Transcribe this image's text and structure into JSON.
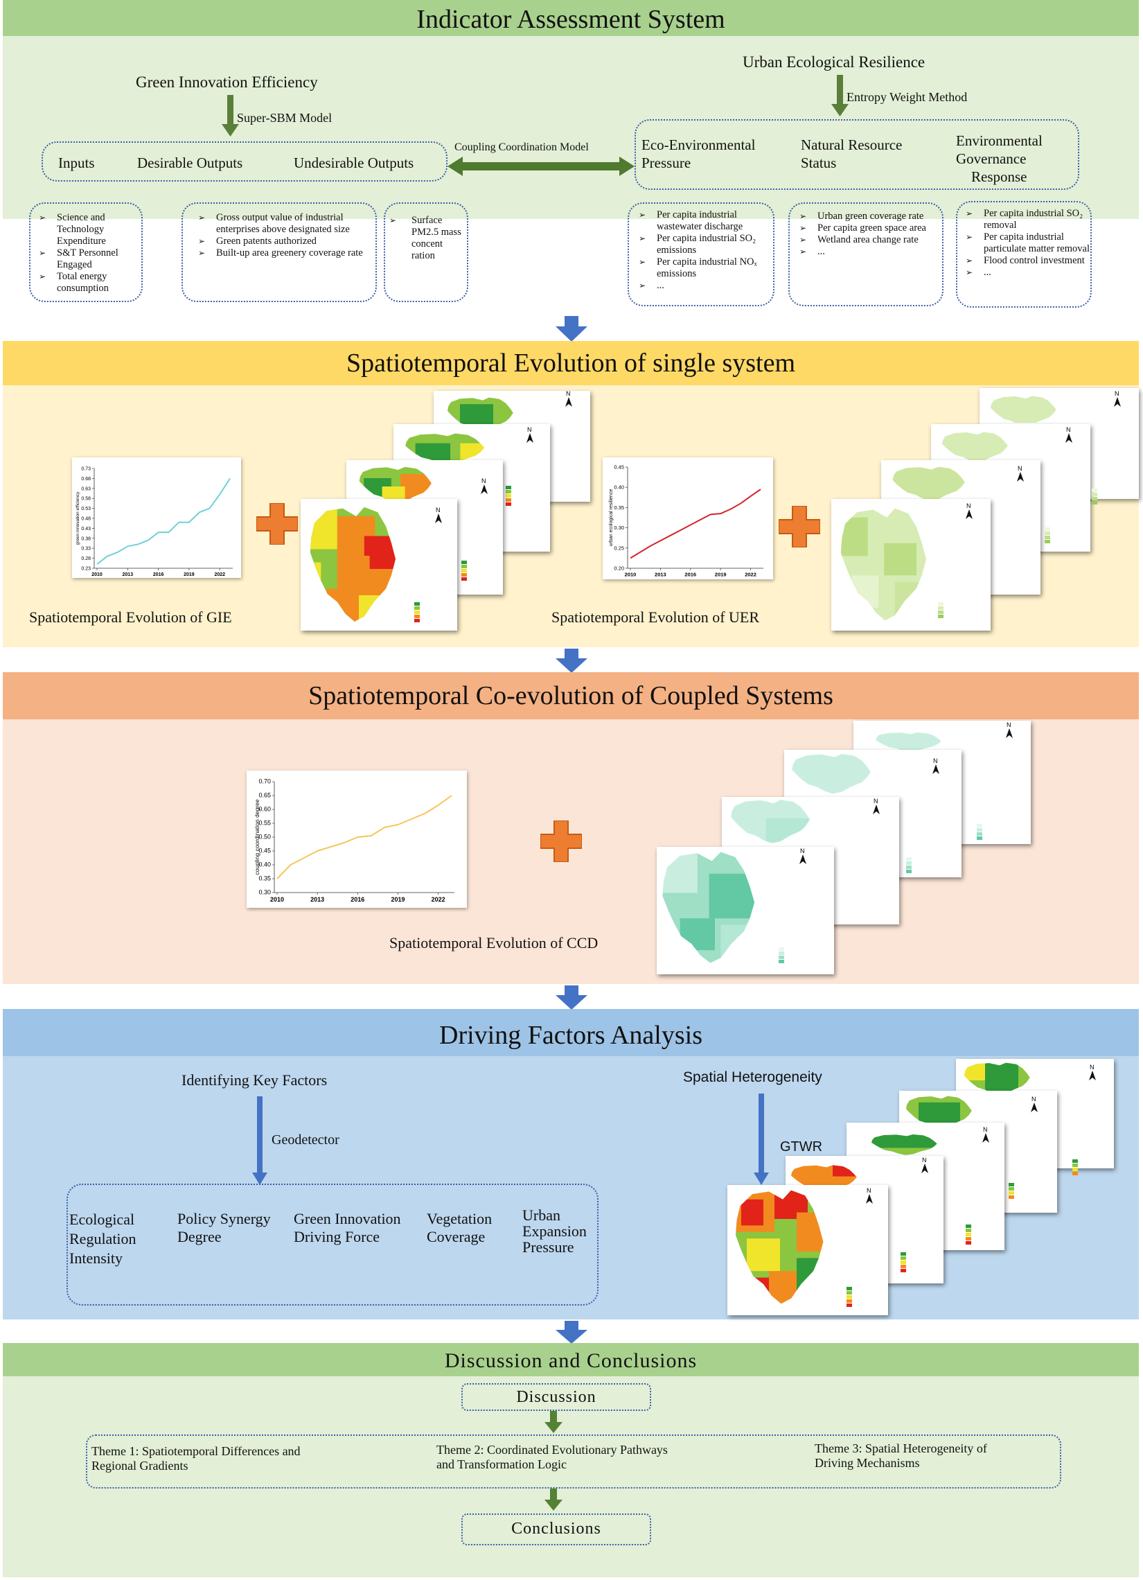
{
  "colors": {
    "green_header": "#a9d18e",
    "green_body": "#e3efd6",
    "yellow_header": "#ffd966",
    "yellow_body": "#fff2cc",
    "orange_header": "#f4b183",
    "orange_body": "#fbe5d6",
    "blue_header": "#9dc3e6",
    "blue_body": "#bdd7ee",
    "arrow_blue": "#4472c4",
    "plus_orange": "#ed7d31",
    "arrow_green": "#548235",
    "dotted_border": "#3a5ea8"
  },
  "indicator": {
    "title": "Indicator Assessment System",
    "gie_title": "Green Innovation Efficiency",
    "gie_method": "Super-SBM Model",
    "uer_title": "Urban Ecological Resilience",
    "uer_method": "Entropy Weight Method",
    "coupling": "Coupling Coordination Model",
    "gie_categories": [
      "Inputs",
      "Desirable Outputs",
      "Undesirable Outputs"
    ],
    "uer_categories": [
      {
        "lines": [
          "Eco-Environmental",
          "Pressure"
        ]
      },
      {
        "lines": [
          "Natural Resource",
          "Status"
        ]
      },
      {
        "lines": [
          "Environmental",
          "Governance",
          "Response"
        ]
      }
    ],
    "inputs_items": [
      "Science and Technology Expenditure",
      "S&T Personnel Engaged",
      "Total energy consumption"
    ],
    "desirable_items": [
      "Gross output value of industrial enterprises above designated size",
      "Green patents authorized",
      "Built-up area greenery coverage rate"
    ],
    "undesirable_text": "Surface PM2.5 mass concent ration",
    "pressure_items": [
      "Per capita industrial wastewater discharge",
      "Per capita industrial SO₂ emissions",
      "Per capita industrial NOₓ emissions",
      "..."
    ],
    "resource_items": [
      "Urban green coverage rate",
      "Per capita green space area",
      "Wetland area change rate",
      "..."
    ],
    "governance_items": [
      "Per capita industrial SO₂ removal",
      "Per capita industrial particulate matter removal",
      "Flood control investment",
      "..."
    ]
  },
  "single": {
    "title": "Spatiotemporal Evolution of single system",
    "gie_caption": "Spatiotemporal Evolution of GIE",
    "uer_caption": "Spatiotemporal Evolution of UER"
  },
  "coupled": {
    "title": "Spatiotemporal Co-evolution of Coupled Systems",
    "ccd_caption": "Spatiotemporal Evolution of CCD"
  },
  "driving": {
    "title": "Driving Factors Analysis",
    "left_title": "Identifying Key Factors",
    "left_method": "Geodetector",
    "right_title": "Spatial Heterogeneity",
    "right_method": "GTWR",
    "factors": [
      {
        "lines": [
          "Ecological",
          "Regulation",
          "Intensity"
        ]
      },
      {
        "lines": [
          "Policy Synergy",
          "Degree"
        ]
      },
      {
        "lines": [
          "Green Innovation",
          "Driving Force"
        ]
      },
      {
        "lines": [
          "Vegetation",
          "Coverage"
        ]
      },
      {
        "lines": [
          "Urban",
          "Expansion",
          "Pressure"
        ]
      }
    ]
  },
  "discussion": {
    "title": "Discussion and  Conclusions",
    "discussion_label": "Discussion",
    "conclusions_label": "Conclusions",
    "themes": [
      {
        "lines": [
          "Theme 1: Spatiotemporal Differences and",
          "Regional Gradients"
        ]
      },
      {
        "lines": [
          "Theme 2: Coordinated Evolutionary Pathways",
          "and Transformation Logic"
        ]
      },
      {
        "lines": [
          "Theme 3: Spatial Heterogeneity of",
          "Driving Mechanisms"
        ]
      }
    ]
  },
  "chart_data": [
    {
      "type": "line",
      "x": [
        2010,
        2011,
        2012,
        2013,
        2014,
        2015,
        2016,
        2017,
        2018,
        2019,
        2020,
        2021,
        2022,
        2023
      ],
      "series": [
        {
          "values": [
            0.25,
            0.29,
            0.31,
            0.34,
            0.35,
            0.37,
            0.41,
            0.41,
            0.46,
            0.46,
            0.51,
            0.53,
            0.6,
            0.68
          ],
          "color": "#6fd0d6"
        }
      ],
      "xticks": [
        "2010",
        "2013",
        "2016",
        "2019",
        "2022"
      ],
      "yticks": [
        "0.73",
        "0.68",
        "0.63",
        "0.58",
        "0.53",
        "0.48",
        "0.43",
        "0.38",
        "0.33",
        "0.28",
        "0.23"
      ],
      "ylim": [
        0.23,
        0.73
      ],
      "ylabel": "green innovation efficiency"
    },
    {
      "type": "line",
      "x": [
        2010,
        2011,
        2012,
        2013,
        2014,
        2015,
        2016,
        2017,
        2018,
        2019,
        2020,
        2021,
        2022,
        2023
      ],
      "series": [
        {
          "values": [
            0.225,
            0.24,
            0.255,
            0.268,
            0.281,
            0.294,
            0.307,
            0.32,
            0.333,
            0.335,
            0.346,
            0.36,
            0.378,
            0.395
          ],
          "color": "#d4232a"
        }
      ],
      "xticks": [
        "2010",
        "2013",
        "2016",
        "2019",
        "2022"
      ],
      "yticks": [
        "0.45",
        "0.40",
        "0.35",
        "0.30",
        "0.25",
        "0.20"
      ],
      "ylim": [
        0.2,
        0.45
      ],
      "ylabel": "urban ecological resilience"
    },
    {
      "type": "line",
      "x": [
        2010,
        2011,
        2012,
        2013,
        2014,
        2015,
        2016,
        2017,
        2018,
        2019,
        2020,
        2021,
        2022,
        2023
      ],
      "series": [
        {
          "values": [
            0.35,
            0.4,
            0.425,
            0.45,
            0.465,
            0.48,
            0.5,
            0.505,
            0.535,
            0.545,
            0.565,
            0.585,
            0.615,
            0.65
          ],
          "color": "#f6c55a"
        }
      ],
      "xticks": [
        "2010",
        "2013",
        "2016",
        "2019",
        "2022"
      ],
      "yticks": [
        "0.70",
        "0.65",
        "0.60",
        "0.55",
        "0.50",
        "0.45",
        "0.40",
        "0.35",
        "0.30"
      ],
      "ylim": [
        0.3,
        0.7
      ],
      "ylabel": "coupling coordination degree"
    }
  ]
}
